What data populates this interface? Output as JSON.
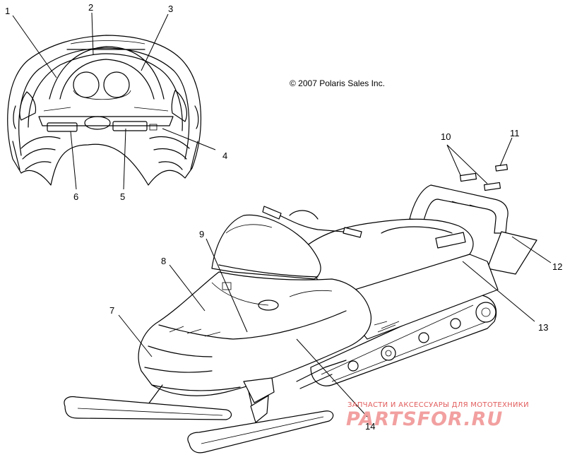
{
  "copyright": "© 2007 Polaris Sales Inc.",
  "watermark": {
    "line1": "ЗАПЧАСТИ И АКСЕССУАРЫ ДЛЯ МОТОТЕХНИКИ",
    "line2": "PARTSFOR.RU"
  },
  "callouts": {
    "c1": "1",
    "c2": "2",
    "c3": "3",
    "c4": "4",
    "c5": "5",
    "c6": "6",
    "c7": "7",
    "c8": "8",
    "c9": "9",
    "c10": "10",
    "c11": "11",
    "c12": "12",
    "c13": "13",
    "c14": "14"
  }
}
